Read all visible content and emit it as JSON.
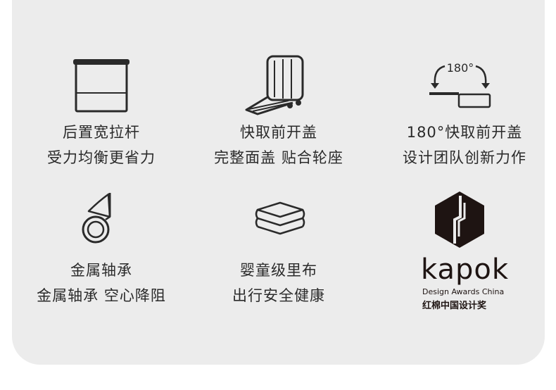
{
  "features": [
    {
      "icon": "rear-handle-icon",
      "line1": "后置宽拉杆",
      "line2": "受力均衡更省力"
    },
    {
      "icon": "front-open-suitcase-icon",
      "line1": "快取前开盖",
      "line2": "完整面盖 贴合轮座"
    },
    {
      "icon": "rotate-180-icon",
      "icon_text": "180°",
      "line1": "180°快取前开盖",
      "line2": "设计团队创新力作"
    },
    {
      "icon": "wheel-bearing-icon",
      "line1": "金属轴承",
      "line2": "金属轴承 空心降阻"
    },
    {
      "icon": "layered-fabric-icon",
      "line1": "婴童级里布",
      "line2": "出行安全健康"
    },
    {
      "icon": "kapok-logo",
      "brand": "kapok",
      "sub1": "Design Awards China",
      "sub2": "红棉中国设计奖"
    }
  ],
  "colors": {
    "panel": "#ececec",
    "text": "#2a2a2a",
    "icon": "#2a2a2a",
    "logo": "#1e1412"
  }
}
